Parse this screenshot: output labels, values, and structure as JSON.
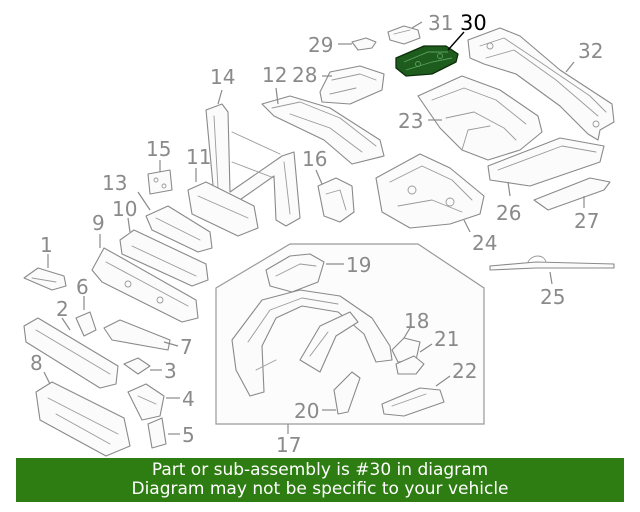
{
  "diagram": {
    "highlighted_part": "30",
    "callouts": [
      "1",
      "2",
      "3",
      "4",
      "5",
      "6",
      "7",
      "8",
      "9",
      "10",
      "11",
      "12",
      "13",
      "14",
      "15",
      "16",
      "17",
      "18",
      "19",
      "20",
      "21",
      "22",
      "23",
      "24",
      "25",
      "26",
      "27",
      "28",
      "29",
      "30",
      "31",
      "32"
    ]
  },
  "banner": {
    "line1": "Part or sub-assembly is #30 in diagram",
    "line2": "Diagram may not be specific to your vehicle",
    "background": "#2e7d12",
    "text_color": "#ffffff"
  }
}
